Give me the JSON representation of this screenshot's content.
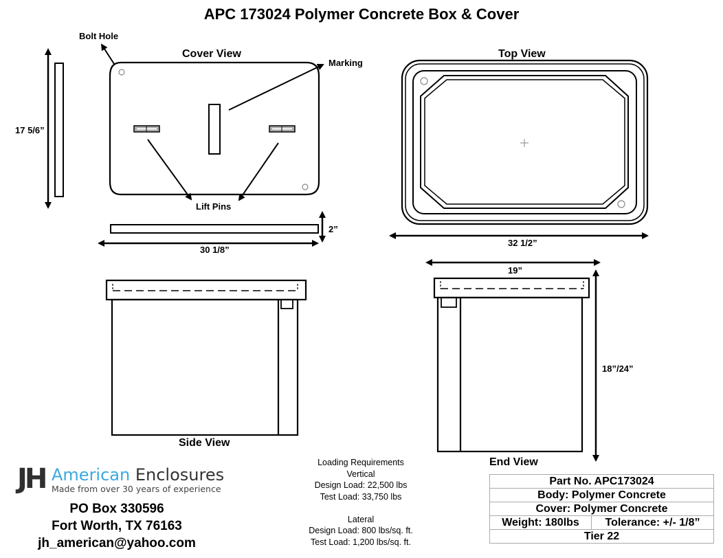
{
  "title": "APC 173024 Polymer Concrete Box & Cover",
  "cover_view": {
    "label": "Cover View",
    "callouts": {
      "bolt_hole": "Bolt Hole",
      "marking": "Marking",
      "lift_pins": "Lift Pins"
    },
    "dimensions": {
      "width": "17 5/6”",
      "length": "30 1/8”",
      "thickness": "2”"
    }
  },
  "top_view": {
    "label": "Top View",
    "dimensions": {
      "length": "32 1/2”"
    }
  },
  "side_view": {
    "label": "Side View"
  },
  "end_view": {
    "label": "End View",
    "dimensions": {
      "width": "19”",
      "height": "18”/24”"
    }
  },
  "company": {
    "logo_mark": "JH",
    "name_part1": "American",
    "name_part2": "Enclosures",
    "tagline": "Made from over 30 years of experience",
    "address_line1": "PO Box 330596",
    "address_line2": "Fort Worth, TX 76163",
    "email": "jh_american@yahoo.com",
    "colors": {
      "accent": "#3aa9e0",
      "dark": "#333333"
    }
  },
  "loading": {
    "heading": "Loading Requirements",
    "vertical": {
      "heading": "Vertical",
      "design_load": "Design Load: 22,500 lbs",
      "test_load": "Test Load: 33,750 lbs"
    },
    "lateral": {
      "heading": "Lateral",
      "design_load": "Design Load: 800 lbs/sq. ft.",
      "test_load": "Test Load: 1,200 lbs/sq. ft."
    }
  },
  "spec_table": {
    "part_no": "Part No. APC173024",
    "body": "Body: Polymer Concrete",
    "cover": "Cover: Polymer Concrete",
    "weight": "Weight: 180lbs",
    "tolerance": "Tolerance: +/- 1/8”",
    "tier": "Tier 22"
  }
}
